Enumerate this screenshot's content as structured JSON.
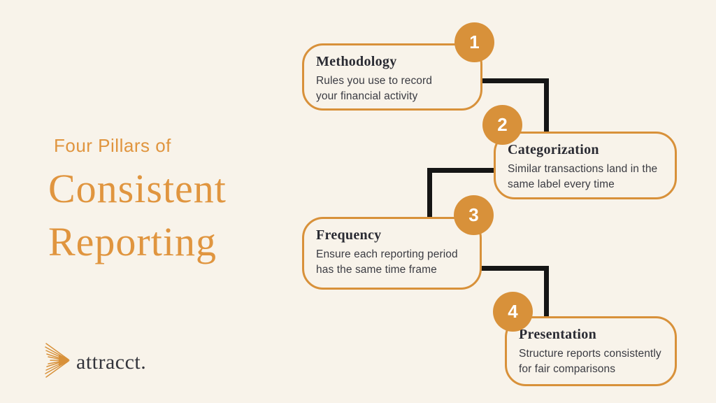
{
  "title": {
    "eyebrow": "Four Pillars of",
    "line1": "Consistent",
    "line2": "Reporting"
  },
  "pillars": [
    {
      "number": "1",
      "heading": "Methodology",
      "description": "Rules you use to record your financial activity"
    },
    {
      "number": "2",
      "heading": "Categorization",
      "description": "Similar transactions land in the same label every time"
    },
    {
      "number": "3",
      "heading": "Frequency",
      "description": "Ensure each reporting period has the same time frame"
    },
    {
      "number": "4",
      "heading": "Presentation",
      "description": "Structure reports consistently for fair comparisons"
    }
  ],
  "logo": {
    "text": "attracct.",
    "icon": "wing-icon"
  },
  "colors": {
    "background": "#f8f3ea",
    "accent_orange": "#d8913a",
    "title_orange": "#e0953f",
    "connector_black": "#151515",
    "heading_dark": "#2a2b33",
    "body_text": "#3a3b42"
  }
}
